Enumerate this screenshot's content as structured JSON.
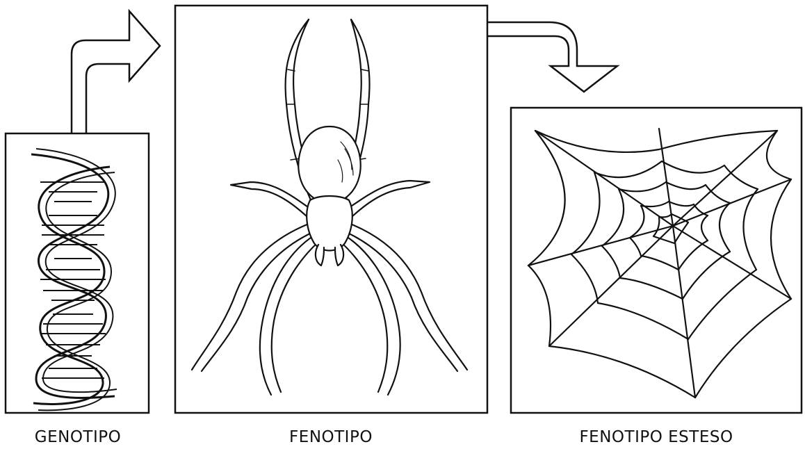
{
  "labels": {
    "genotype": "GENOTIPO",
    "phenotype": "FENOTIPO",
    "extended_phenotype": "FENOTIPO ESTESO"
  },
  "icons": {
    "genotype": "dna-double-helix-icon",
    "phenotype": "spider-icon",
    "extended_phenotype": "spider-web-icon",
    "arrows": "hollow-curved-arrow-icon"
  },
  "colors": {
    "ink": "#111111",
    "background": "#ffffff"
  }
}
